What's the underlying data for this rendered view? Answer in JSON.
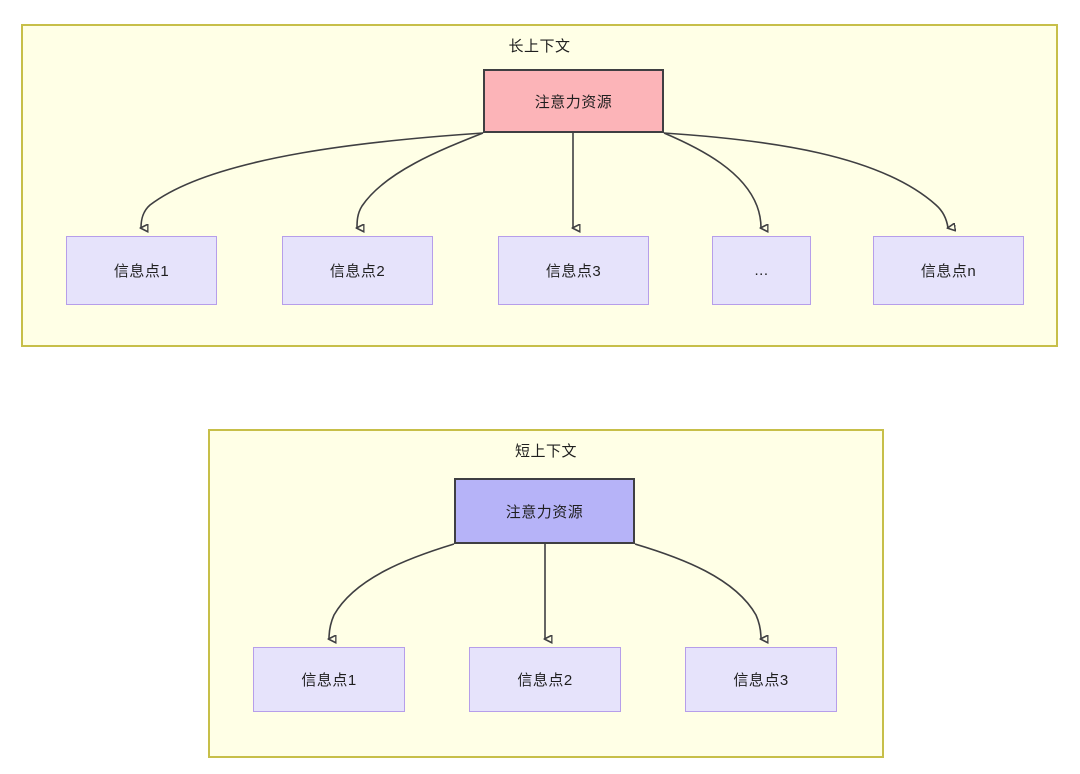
{
  "diagram": {
    "type": "tree-diagram",
    "title_hidden": "",
    "colors": {
      "group_fill": "#ffffe6",
      "group_border": "#c7bf49",
      "root_long_fill": "#fcb4b8",
      "root_short_fill": "#b6b3f8",
      "root_border": "#3f3f42",
      "leaf_fill": "#e6e3fb",
      "leaf_border": "#b69eea",
      "edge_stroke": "#3f3f42",
      "text": "#1f1f1f"
    },
    "groups": [
      {
        "id": "long-context",
        "title": "长上下文",
        "root": {
          "label": "注意力资源"
        },
        "leaves": [
          {
            "label": "信息点1"
          },
          {
            "label": "信息点2"
          },
          {
            "label": "信息点3"
          },
          {
            "label": "..."
          },
          {
            "label": "信息点n"
          }
        ]
      },
      {
        "id": "short-context",
        "title": "短上下文",
        "root": {
          "label": "注意力资源"
        },
        "leaves": [
          {
            "label": "信息点1"
          },
          {
            "label": "信息点2"
          },
          {
            "label": "信息点3"
          }
        ]
      }
    ]
  }
}
